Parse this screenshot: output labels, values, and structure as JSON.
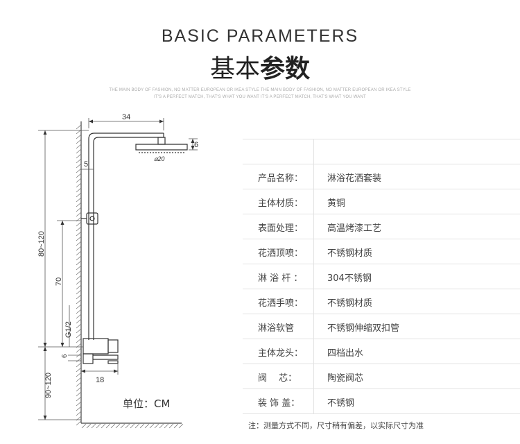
{
  "header": {
    "title_en": "BASIC PARAMETERS",
    "title_zh_light": "基本",
    "title_zh_bold": "参数",
    "tagline_1": "THE MAIN BODY OF FASHION, NO MATTER EUROPEAN OR IKEA STYLE THE MAIN BODY OF FASHION, NO MATTER EUROPEAN OR IKEA STYLE",
    "tagline_2": "IT'S A PERFECT MATCH, THAT'S WHAT YOU WANT IT'S A PERFECT MATCH, THAT'S WHAT YOU WANT"
  },
  "diagram": {
    "dim_top_arm": "34",
    "dim_head_thickness": "6",
    "dim_head_diameter": "⌀20",
    "dim_wall_offset": "5",
    "dim_total_height": "80~120",
    "dim_slide_height": "70",
    "dim_thread": "G1/2",
    "dim_spout_gap": "6",
    "dim_mixer_height": "90~120",
    "dim_spout_length": "18",
    "unit_label": "单位：CM"
  },
  "params": [
    {
      "key": "",
      "value": ""
    },
    {
      "key": "产品名称：",
      "value": "淋浴花洒套装"
    },
    {
      "key": "主体材质：",
      "value": "黄铜"
    },
    {
      "key": "表面处理：",
      "value": "高温烤漆工艺"
    },
    {
      "key": "花洒顶喷：",
      "value": "不锈钢材质"
    },
    {
      "key": "淋 浴 杆 ：",
      "value": "304不锈钢"
    },
    {
      "key": "花洒手喷：",
      "value": "不锈钢材质"
    },
    {
      "key": "淋浴软管",
      "value": "不锈钢伸缩双扣管"
    },
    {
      "key": "主体龙头：",
      "value": "四档出水"
    },
    {
      "key": "阀　 芯：",
      "value": "陶瓷阀芯"
    },
    {
      "key": "装 饰 盖：",
      "value": "不锈钢"
    }
  ],
  "note": "注：测量方式不同，尺寸稍有偏差，以实际尺寸为准"
}
